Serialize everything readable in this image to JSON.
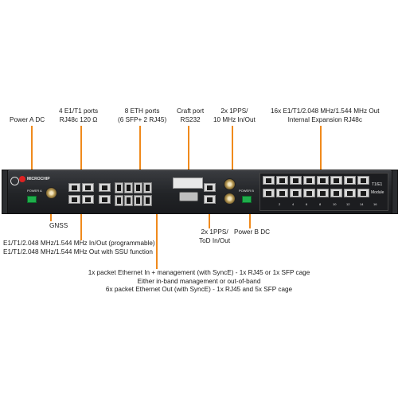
{
  "labels": {
    "power_a": "Power A DC",
    "e1t1_ports_line1": "4 E1/T1 ports",
    "e1t1_ports_line2": "RJ48c 120 Ω",
    "eth_ports_line1": "8 ETH ports",
    "eth_ports_line2": "(6 SFP+ 2 RJ45)",
    "craft_line1": "Craft port",
    "craft_line2": "RS232",
    "pps_in_line1": "2x 1PPS/",
    "pps_in_line2": "10 MHz In/Out",
    "expansion_line1": "16x E1/T1/2.048 MHz/1.544 MHz Out",
    "expansion_line2": "Internal Expansion RJ48c",
    "gnss": "GNSS",
    "pps_tod_line1": "2x 1PPS/",
    "pps_tod_line2": "ToD In/Out",
    "power_b": "Power B DC",
    "e1t1_io_line1": "E1/T1/2.048 MHz/1.544 MHz In/Out (programmable)",
    "e1t1_io_line2": "E1/T1/2.048 MHz/1.544 MHz Out with SSU function",
    "eth_desc_line1": "1x packet Ethernet In + management (with SyncE) - 1x RJ45 or 1x SFP cage",
    "eth_desc_line2": "Either in-band management or out-of-band",
    "eth_desc_line3": "6x packet Ethernet Out (with SyncE) - 1x RJ45 and 5x SFP cage"
  },
  "device": {
    "brand": "MICROCHIP",
    "module_label_line1": "T1/E1",
    "module_label_line2": "Module",
    "power_a_panel": "POWER A",
    "power_b_panel": "POWER B",
    "port_labels": [
      "2",
      "4",
      "6",
      "8",
      "10",
      "12",
      "14",
      "16"
    ],
    "accent_color": "#f08a1c",
    "connector_color": "#1fae4b"
  }
}
